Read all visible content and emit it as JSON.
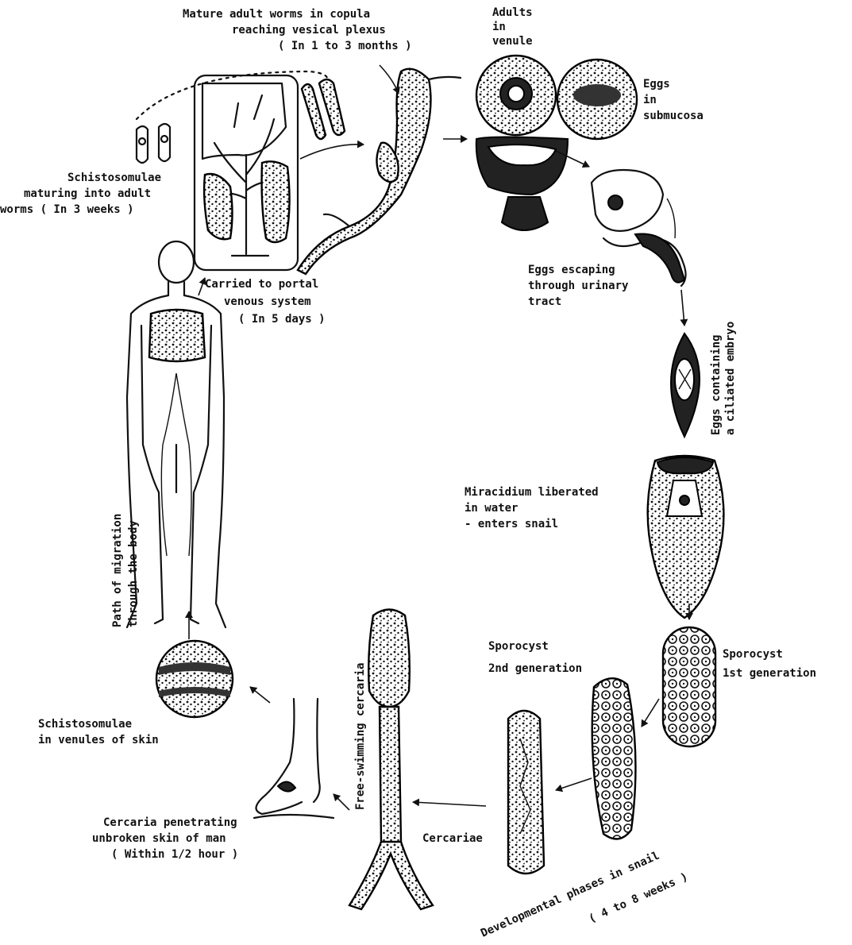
{
  "diagram": {
    "labels": {
      "mature_adults": [
        "Mature adult worms in copula",
        "reaching vesical plexus",
        "( In 1 to 3 months )"
      ],
      "adults_venule": [
        "Adults",
        "in",
        "venule"
      ],
      "eggs_submucosa": [
        "Eggs",
        "in",
        "submucosa"
      ],
      "schistosomulae_maturing": [
        "Schistosomulae",
        "maturing into adult",
        "worms  ( In 3 weeks )"
      ],
      "carried_portal": [
        "Carried to portal",
        "venous system",
        "( In 5 days )"
      ],
      "eggs_escaping": [
        "Eggs escaping",
        "through urinary",
        "tract"
      ],
      "eggs_embryo": [
        "Eggs containing",
        "a ciliated embryo"
      ],
      "miracidium": [
        "Miracidium liberated",
        "in water",
        "- enters snail"
      ],
      "sporocyst_2nd": [
        "Sporocyst",
        "2nd generation"
      ],
      "sporocyst_1st": [
        "Sporocyst",
        "1st generation"
      ],
      "path_migration": [
        "Path of migration",
        "through the body"
      ],
      "free_swimming": "Free-swimming cercaria",
      "schistosomulae_skin": [
        "Schistosomulae",
        "in venules of skin"
      ],
      "cercaria_penetrating": [
        "Cercaria penetrating",
        "unbroken skin of man",
        "( Within 1/2 hour )"
      ],
      "cercariae": "Cercariae",
      "developmental": [
        "Developmental phases in snail",
        "( 4 to 8 weeks )"
      ]
    }
  }
}
